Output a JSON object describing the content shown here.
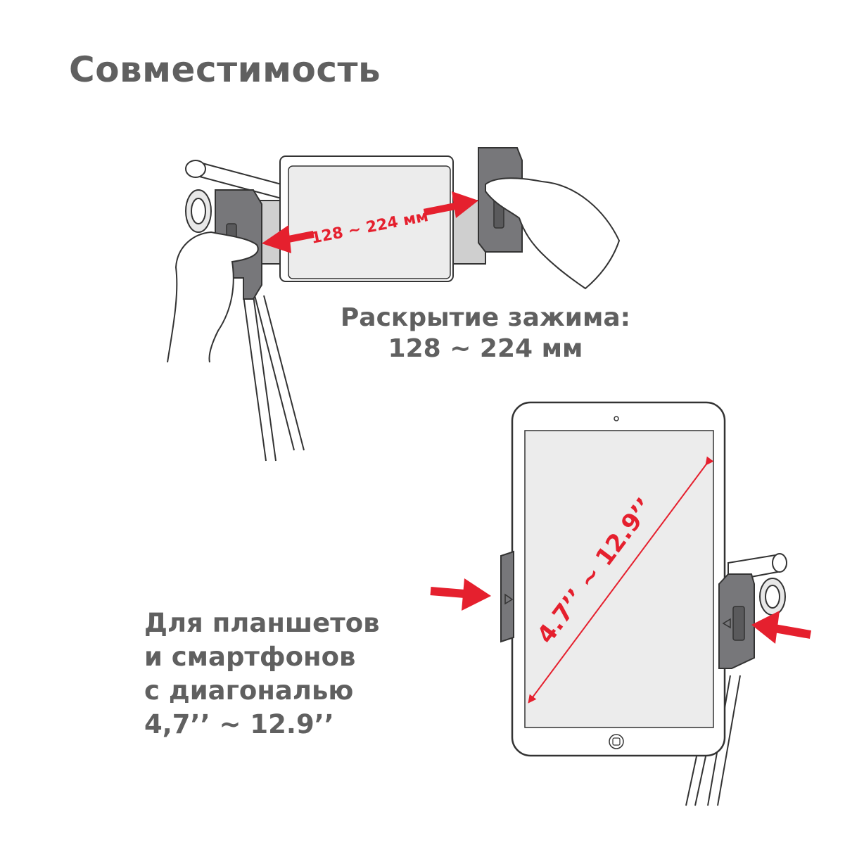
{
  "title": "Совместимость",
  "clamp_caption": {
    "line1": "Раскрытие зажима:",
    "line2": "128 ~ 224 мм"
  },
  "clamp_arrow_label": "128 ~ 224 мм",
  "tablet_caption": {
    "lines": [
      "Для планшетов",
      "и смартфонов",
      "с диагональю",
      "4,7’’ ~ 12.9’’"
    ]
  },
  "diagonal_label": "4.7’’ ~ 12.9’’",
  "colors": {
    "heading": "#606060",
    "accent_red": "#e5202e",
    "clamp_gray": "#77777a",
    "screen_gray": "#ececec",
    "outline": "#333333"
  }
}
